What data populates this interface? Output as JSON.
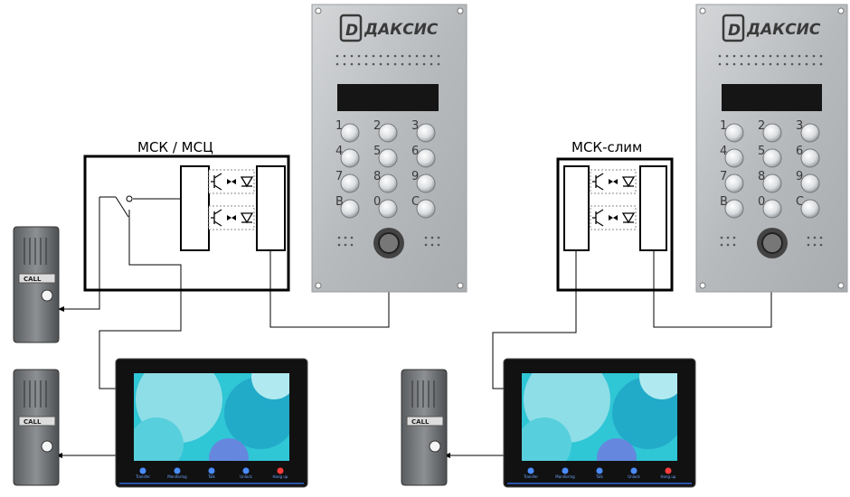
{
  "modules": {
    "msk_label": "МСК / МСЦ",
    "msk_slim_label": "МСК-слим"
  },
  "panel": {
    "brand_letter": "D",
    "brand_name": "ДАКСИС",
    "keys": [
      "1",
      "2",
      "3",
      "4",
      "5",
      "6",
      "7",
      "8",
      "9",
      "B",
      "0",
      "C"
    ]
  },
  "camera": {
    "brand": "CALL"
  },
  "monitor": {
    "buttons": [
      "Transfer",
      "Monitoring",
      "Talk",
      "Unlock",
      "Hang up"
    ],
    "button_colors": [
      "#4a8cff",
      "#4a8cff",
      "#4a8cff",
      "#4a8cff",
      "#ff3b3b"
    ]
  },
  "colors": {
    "panel_metal": "#bfc2c5",
    "frame": "#000000",
    "screen_base": "#2fc6d6"
  }
}
